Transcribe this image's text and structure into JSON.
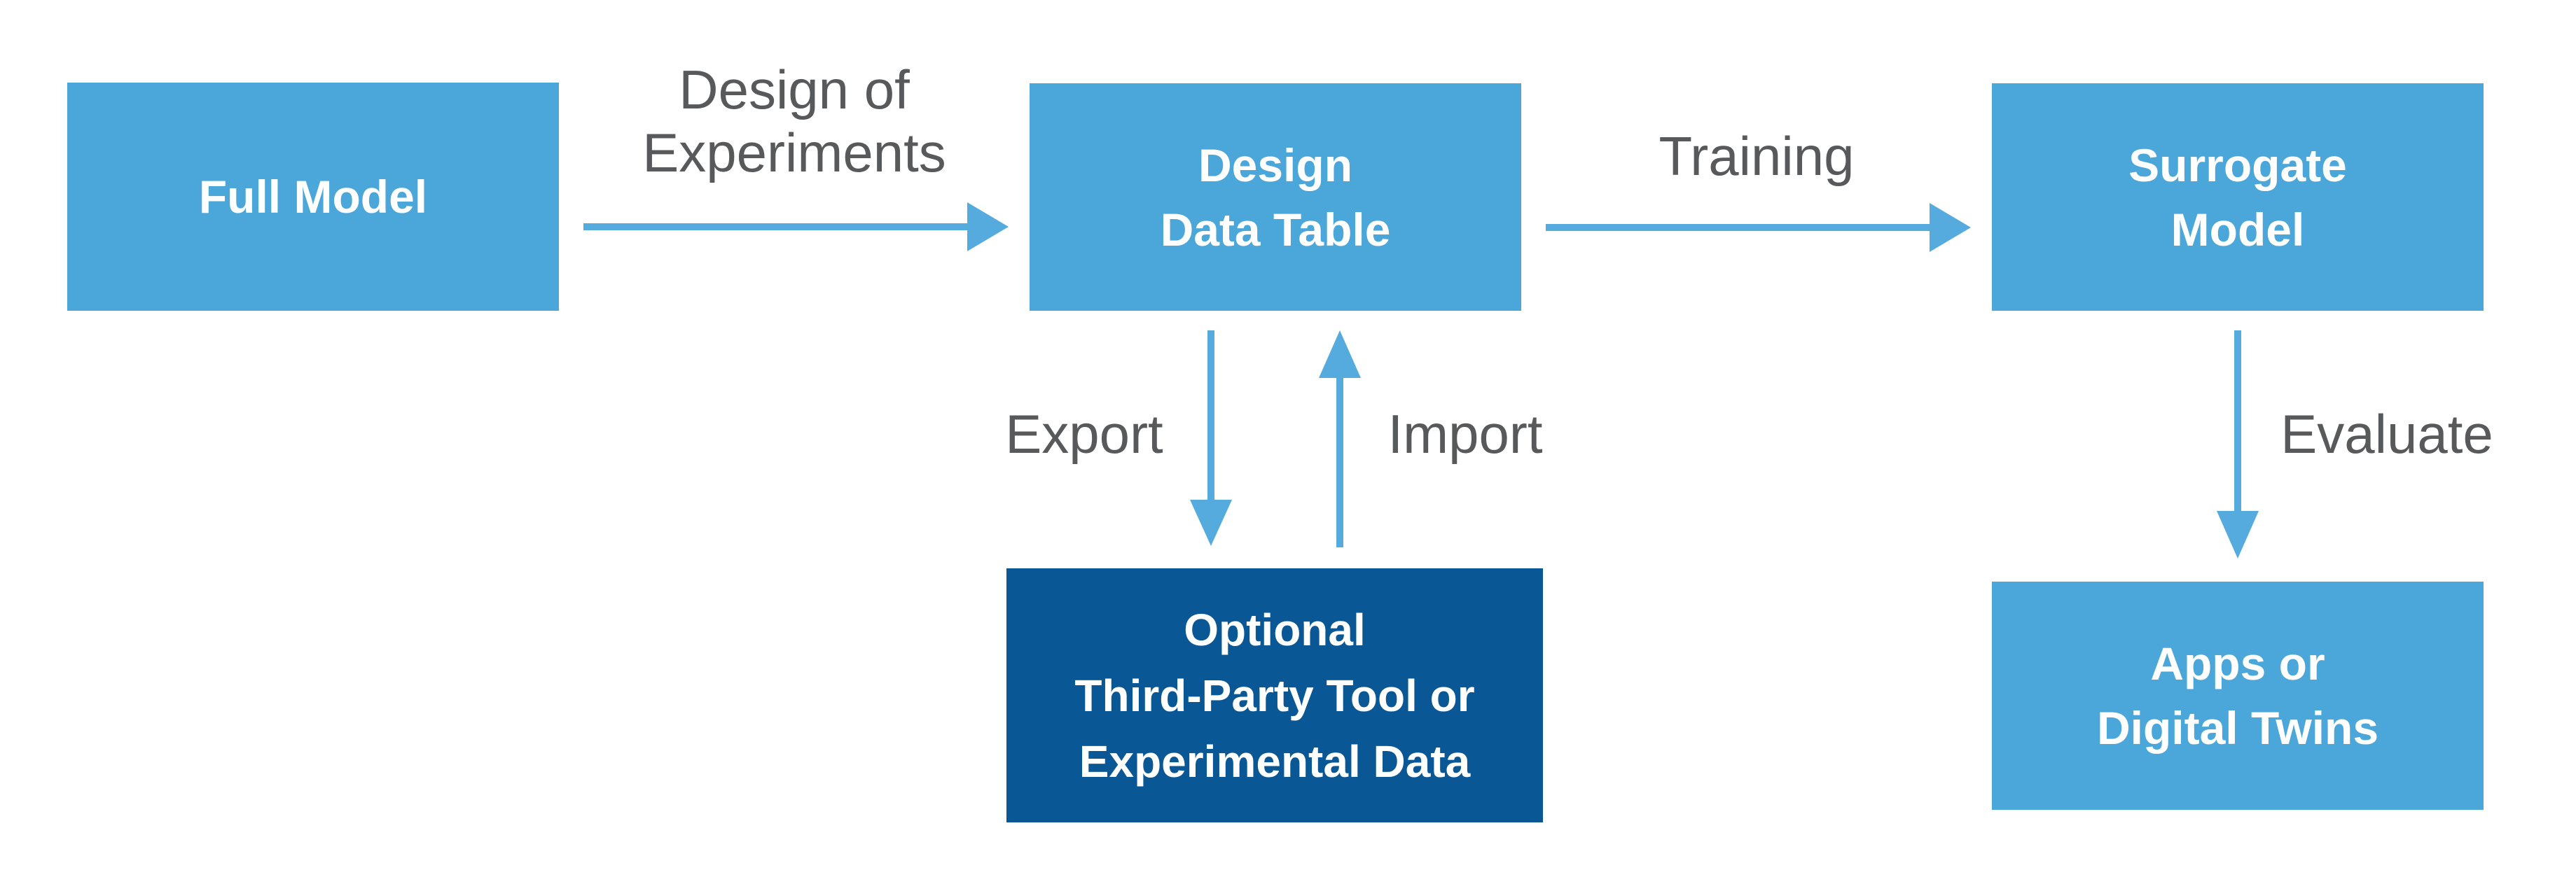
{
  "colors": {
    "box_light_blue": "#4BA6D9",
    "box_dark_blue": "#0A5796",
    "arrow_blue": "#55ABDE",
    "label_gray": "#58595B",
    "box_text_white": "#FFFFFF",
    "background": "#FFFFFF"
  },
  "boxes": {
    "full_model": "Full Model",
    "design_data_table": "Design\nData Table",
    "surrogate_model": "Surrogate\nModel",
    "third_party": "Optional\nThird-Party Tool or\nExperimental Data",
    "apps": "Apps or\nDigital Twins"
  },
  "arrow_labels": {
    "design_of_experiments": "Design of\nExperiments",
    "training": "Training",
    "export": "Export",
    "import": "Import",
    "evaluate": "Evaluate"
  }
}
